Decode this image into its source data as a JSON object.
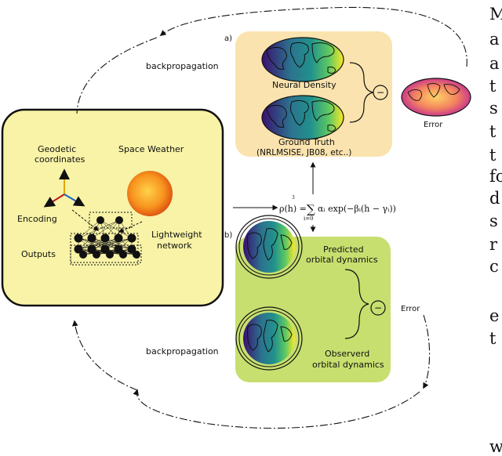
{
  "panel_a": {
    "tag": "a)",
    "neural_density": "Neural Density",
    "ground_truth": "Ground Truth",
    "ground_truth_models": "(NRLMSISE, JB08, etc..)",
    "minus": "−",
    "error_label": "Error"
  },
  "panel_b": {
    "tag": "b)",
    "predicted_1": "Predicted",
    "predicted_2": "orbital dynamics",
    "observed_1": "Observerd",
    "observed_2": "orbital dynamics",
    "minus": "−",
    "error_label": "Error"
  },
  "network": {
    "geodetic_1": "Geodetic",
    "geodetic_2": "coordinates",
    "space_weather": "Space Weather",
    "encoding": "Encoding",
    "lightweight_1": "Lightweight",
    "lightweight_2": "network",
    "outputs": "Outputs"
  },
  "loop": {
    "backprop_top": "backpropagation",
    "backprop_bottom": "backpropagation"
  },
  "formula": {
    "lhs": "ρ(h) =",
    "sum_upper": "3",
    "sum_lower": "i=0",
    "sum_sign": "∑",
    "rhs": "αᵢ exp(−βᵢ(h − γᵢ))"
  },
  "right_margin_text": [
    "M",
    "a",
    "a",
    "t",
    "s",
    "t",
    "t",
    "fo",
    "d",
    "s",
    "r",
    "c",
    "",
    "e",
    "t",
    "",
    "",
    "",
    "w"
  ],
  "colors": {
    "network_panel": "#f8f3a6",
    "panel_a": "#fae3ae",
    "panel_b": "#c7df6f",
    "ocean_low": "#3b0f70",
    "ocean_mid": "#21918c",
    "ocean_high": "#fde725"
  }
}
